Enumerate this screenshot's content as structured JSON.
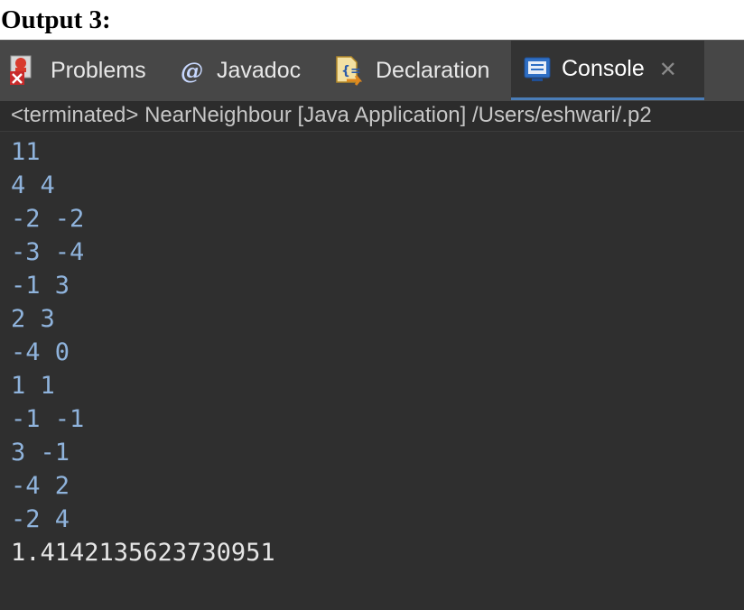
{
  "heading": "Output 3:",
  "tabs": [
    {
      "label": "Problems",
      "icon": "problems-icon",
      "active": false
    },
    {
      "label": "Javadoc",
      "icon": "javadoc-at-icon",
      "active": false
    },
    {
      "label": "Declaration",
      "icon": "declaration-icon",
      "active": false
    },
    {
      "label": "Console",
      "icon": "console-icon",
      "active": true,
      "close_icon": "close-icon"
    }
  ],
  "javadoc_glyph": "@",
  "close_glyph": "✕",
  "status_text": "<terminated> NearNeighbour [Java Application] /Users/eshwari/.p2",
  "console": {
    "input_lines": [
      "11",
      "4 4",
      "-2 -2",
      "-3 -4",
      "-1 3",
      "2 3",
      "-4 0",
      "1 1",
      "-1 -1",
      "3 -1",
      "-4 2",
      "-2 4"
    ],
    "output_lines": [
      "1.4142135623730951"
    ]
  },
  "colors": {
    "input_text": "#8fb3dc",
    "output_text": "#e6e6e6",
    "console_bg": "#2f2f2f",
    "tabbar_bg": "#474747",
    "active_tab_underline": "#4a7db8"
  }
}
